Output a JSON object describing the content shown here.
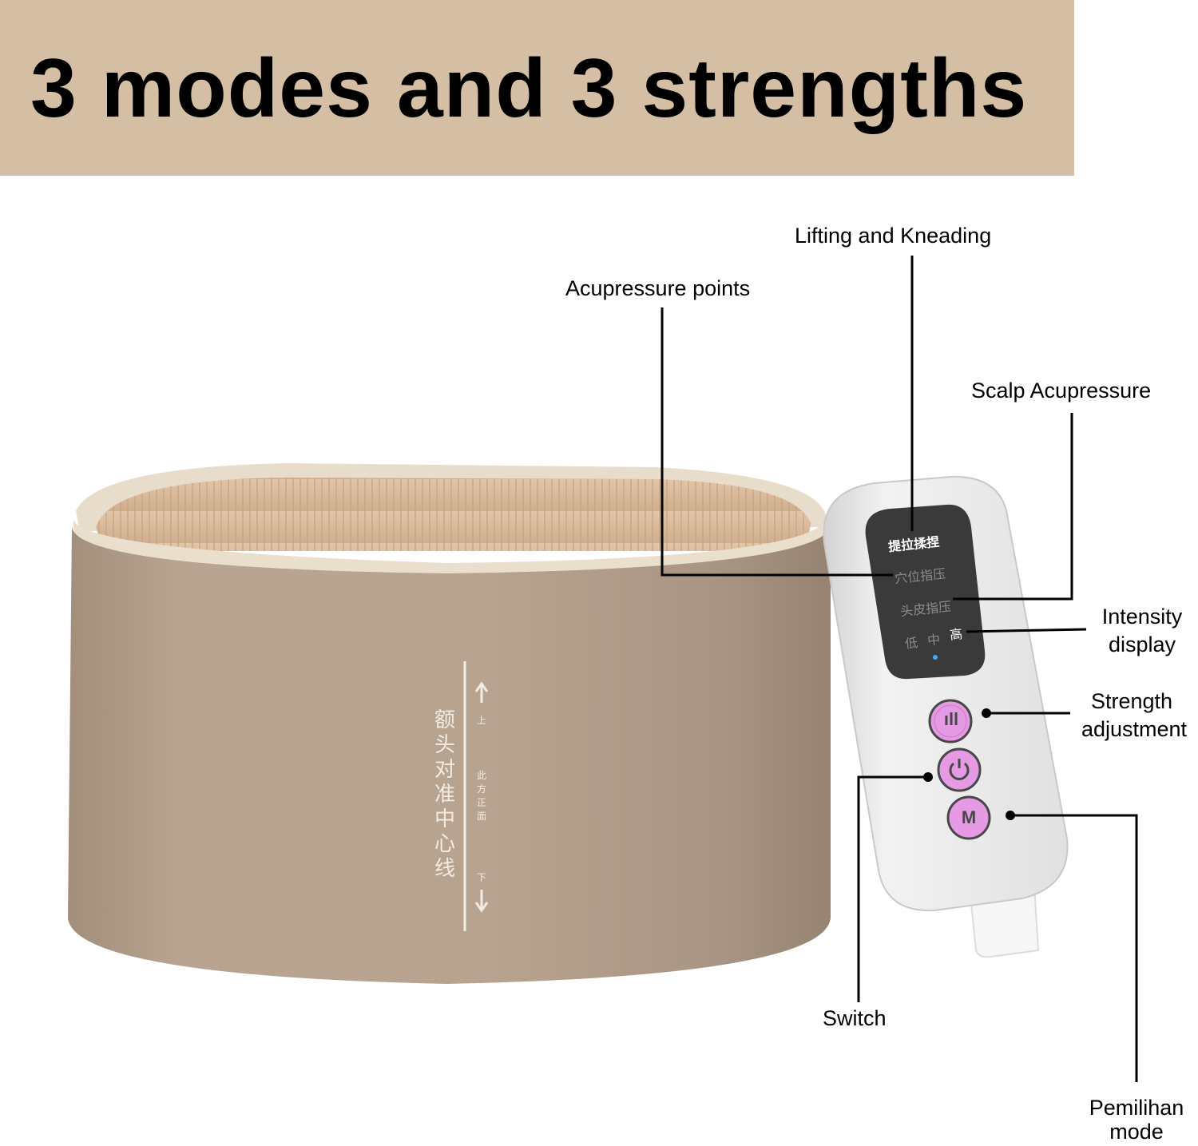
{
  "title": "3 modes and 3 strengths",
  "band_text": {
    "vertical": "额头对准中心线",
    "up": "上",
    "middle": "此方正面",
    "down": "下"
  },
  "remote": {
    "mode_1": "提拉揉捏",
    "mode_2": "穴位指压",
    "mode_3": "头皮指压",
    "level_low": "低",
    "level_mid": "中",
    "level_high": "高",
    "strength_button_glyph": "ıll",
    "mode_button_glyph": "M"
  },
  "callouts": {
    "lifting": "Lifting and Kneading",
    "acupressure": "Acupressure points",
    "scalp": "Scalp Acupressure",
    "intensity_1": "Intensity",
    "intensity_2": "display",
    "strength_1": "Strength",
    "strength_2": "adjustment",
    "switch": "Switch",
    "mode_1": "Pemilihan",
    "mode_2": "mode"
  },
  "colors": {
    "banner": "#d4bfa5",
    "band": "#b5a08e",
    "plush": "#d9b99a",
    "button_pink": "#e69ae4",
    "screen": "#3a3a3a"
  }
}
